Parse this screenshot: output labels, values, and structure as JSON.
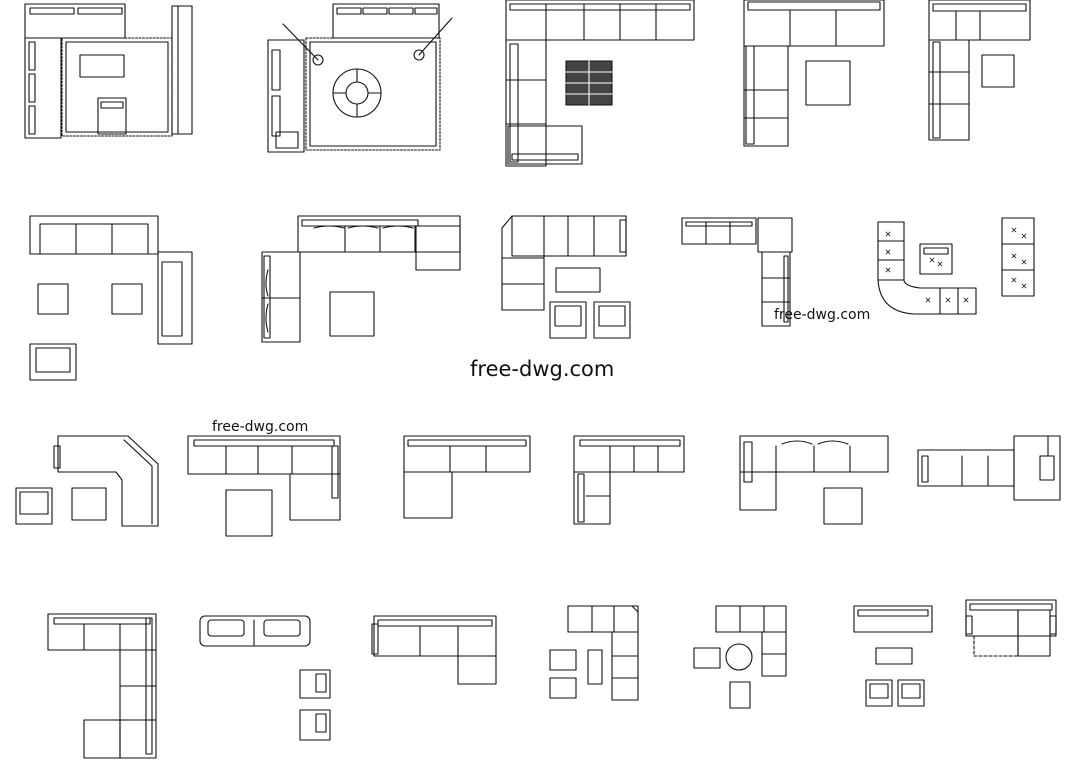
{
  "watermarks": {
    "center": "free-dwg.com",
    "row2_right": "free-dwg.com",
    "row3_left": "free-dwg.com"
  },
  "colors": {
    "line": "#111111",
    "dark_fill": "#444444",
    "background": "#ffffff"
  }
}
